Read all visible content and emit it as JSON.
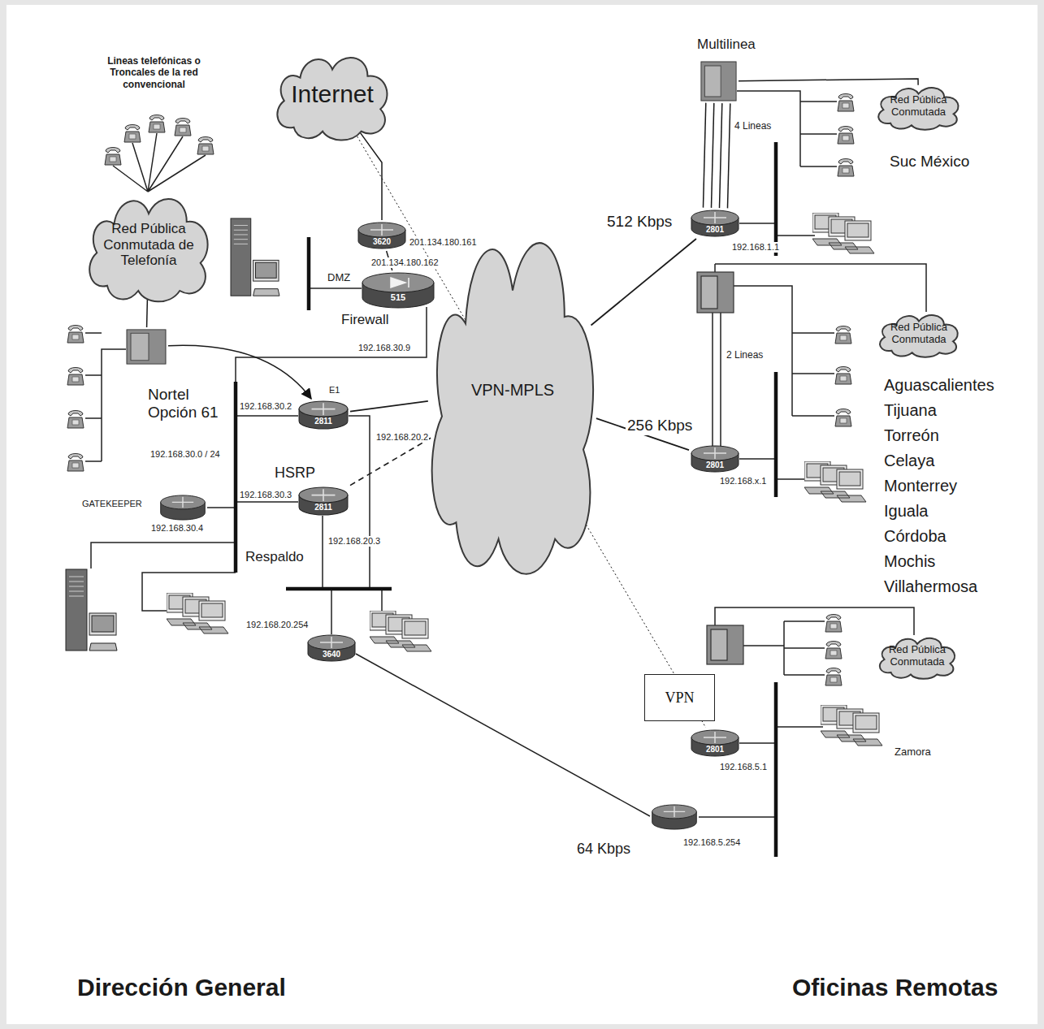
{
  "diagram": {
    "nodes": [
      {
        "text": [
          "Internet"
        ]
      },
      {
        "text": [
          "Red Pública Conmutada de Telefonía"
        ]
      },
      {
        "text": [
          "Nortel Opción 61"
        ]
      },
      {
        "text": [
          "3620"
        ]
      },
      {
        "text": [
          "515"
        ]
      },
      {
        "text": [
          "2811"
        ]
      },
      {
        "text": [
          "2811"
        ]
      },
      {
        "text": [
          "3640"
        ]
      },
      {
        "text": [
          "VPN-MPLS"
        ]
      },
      {
        "text": [
          "Multilinea"
        ]
      },
      {
        "text": [
          "2801"
        ]
      },
      {
        "text": [
          "Red Pública Conmutada"
        ]
      },
      {
        "text": [
          "2801"
        ]
      },
      {
        "text": [
          "Red Pública Conmutada"
        ]
      },
      {
        "text": [
          "VPN"
        ]
      },
      {
        "text": [
          "2801"
        ]
      },
      {
        "text": [
          "Red Pública Conmutada"
        ]
      }
    ],
    "edges": [
      {
        "from": 0,
        "to": 3,
        "arrow": "none"
      },
      {
        "from": 3,
        "to": 4,
        "arrow": "none"
      },
      {
        "from": 1,
        "to": 2,
        "arrow": "none"
      },
      {
        "from": 2,
        "to": 5,
        "label": "E1",
        "arrow": "to"
      },
      {
        "from": 5,
        "to": 8,
        "arrow": "none"
      },
      {
        "from": 6,
        "to": 8,
        "arrow": "none"
      },
      {
        "from": 8,
        "to": 10,
        "label": "512 Kbps",
        "arrow": "none"
      },
      {
        "from": 8,
        "to": 12,
        "label": "256 Kbps",
        "arrow": "none"
      },
      {
        "from": 0,
        "to": 15,
        "arrow": "none"
      },
      {
        "from": 9,
        "to": 11,
        "arrow": "none"
      },
      {
        "from": 9,
        "to": 10,
        "arrow": "none"
      }
    ],
    "labels": [
      "Lineas telefónicas o Troncales de la red convencional",
      "201.134.180.161",
      "201.134.180.162",
      "DMZ",
      "Firewall",
      "192.168.30.9",
      "192.168.30.2",
      "192.168.20.2",
      "HSRP",
      "192.168.30.0 / 24",
      "GATEKEEPER",
      "192.168.30.3",
      "192.168.30.4",
      "192.168.20.3",
      "Respaldo",
      "192.168.20.254",
      "4 Lineas",
      "Suc México",
      "192.168.1.1",
      "2 Lineas",
      "Aguascalientes",
      "Tijuana",
      "Torreón",
      "Celaya",
      "Monterrey",
      "Iguala",
      "Córdoba",
      "Mochis",
      "Villahermosa",
      "192.168.x.1",
      "Zamora",
      "192.168.5.1",
      "192.168.5.254",
      "64 Kbps",
      "Dirección General",
      "Oficinas Remotas"
    ]
  }
}
